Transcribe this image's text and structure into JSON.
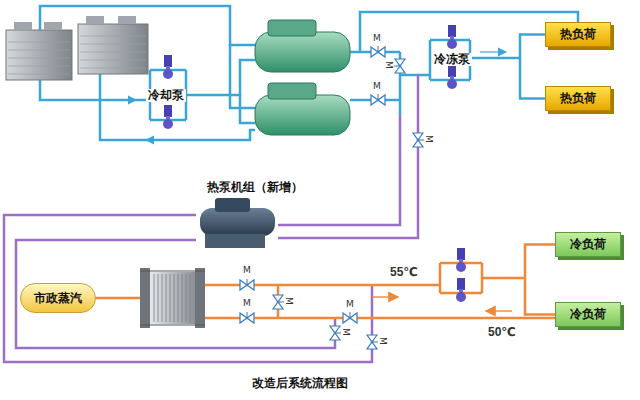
{
  "diagram": {
    "caption": "改造后系统流程图",
    "nodes": [
      {
        "text": [
          "热负荷"
        ]
      },
      {
        "text": [
          "热负荷"
        ]
      },
      {
        "text": [
          "冷负荷"
        ]
      },
      {
        "text": [
          "市政蒸汽"
        ]
      },
      {
        "text": [
          "冷负荷"
        ]
      }
    ],
    "edges": [
      {
        "from": 0,
        "to": 1,
        "arrow": "none"
      },
      {
        "from": 2,
        "to": 4,
        "arrow": "none"
      }
    ],
    "labels": [
      "M",
      "冷冻泵",
      "M",
      "M",
      "冷却泵",
      "M",
      "热泵机组（新增）",
      "M",
      "55℃",
      "M",
      "M",
      "M",
      "M",
      "50℃",
      "M"
    ]
  }
}
